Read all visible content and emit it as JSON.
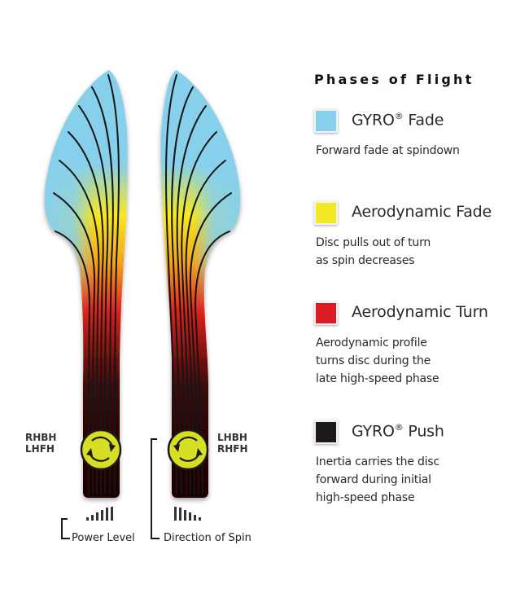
{
  "legend": {
    "title": "Phases of Flight",
    "items": [
      {
        "label": "GYRO",
        "trademark": "®",
        "label_suffix": " Fade",
        "color": "#87d0ec",
        "description": "Forward fade at spindown"
      },
      {
        "label": "Aerodynamic Fade",
        "trademark": "",
        "label_suffix": "",
        "color": "#f3e824",
        "description": "Disc pulls out of turn\nas spin decreases"
      },
      {
        "label": "Aerodynamic Turn",
        "trademark": "",
        "label_suffix": "",
        "color": "#dc1c24",
        "description": "Aerodynamic profile\nturns disc during the\nlate high-speed phase"
      },
      {
        "label": "GYRO",
        "trademark": "®",
        "label_suffix": " Push",
        "color": "#1e1a1b",
        "description": "Inertia carries the disc\nforward during initial\nhigh-speed phase"
      }
    ]
  },
  "diagram": {
    "left_path": {
      "hands": "RHBH\nLHFH",
      "spin_direction": "clockwise",
      "power_bars": [
        3,
        5,
        7,
        9,
        11,
        13
      ],
      "power_icon": "power-increasing-bars-icon"
    },
    "right_path": {
      "hands": "LHBH\nRHFH",
      "spin_direction": "counterclockwise",
      "power_bars": [
        13,
        11,
        9,
        7,
        5,
        3
      ],
      "power_icon": "power-decreasing-bars-icon"
    },
    "captions": {
      "power_level": "Power Level",
      "direction_of_spin": "Direction of Spin"
    },
    "colors": {
      "gyro_fade": "#87d0ec",
      "aero_fade": "#f7e81e",
      "aero_turn": "#e2231a",
      "gyro_push": "#1c0505",
      "spin_badge": "#d6df24"
    }
  }
}
